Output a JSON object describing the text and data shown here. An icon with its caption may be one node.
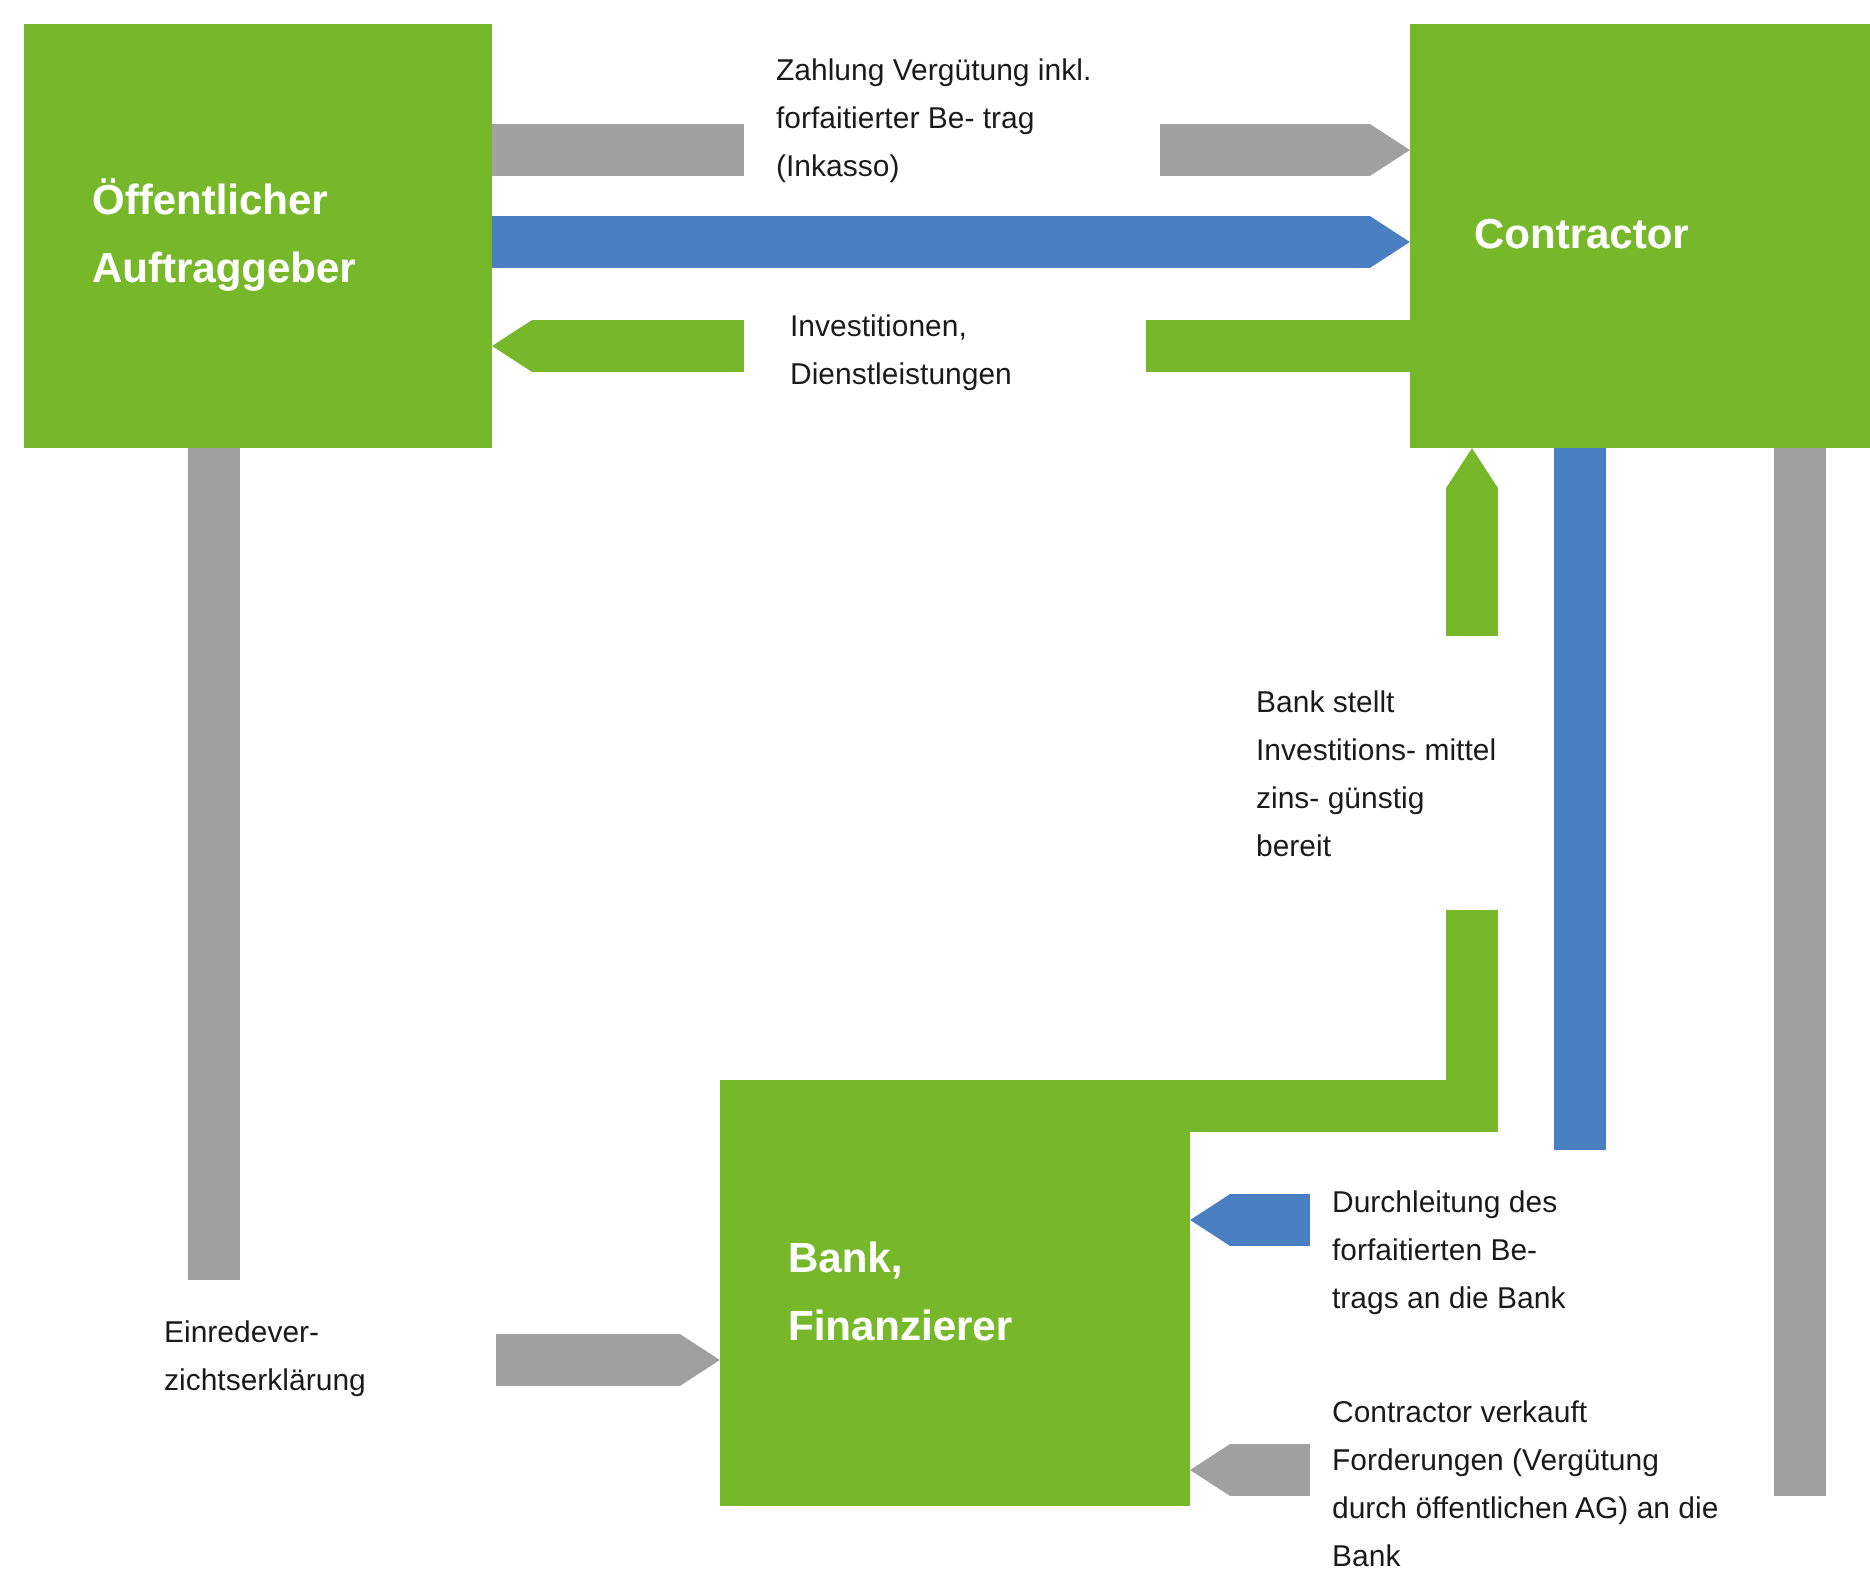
{
  "diagram": {
    "nodes": [
      {
        "text": [
          "Öffentlicher Auftraggeber"
        ]
      },
      {
        "text": [
          "Contractor"
        ]
      },
      {
        "text": [
          "Bank, Finanzierer"
        ]
      }
    ],
    "edges": [
      {
        "from": 0,
        "to": 1,
        "arrow": "to",
        "label": "Zahlung Vergütung inkl. forfaitierter Be- trag (Inkasso)",
        "color": "#a0a0a0"
      },
      {
        "from": 0,
        "to": 1,
        "arrow": "to",
        "color": "#4a7fc1"
      },
      {
        "from": 1,
        "to": 0,
        "arrow": "to",
        "label": "Investitionen, Dienstleistungen",
        "color": "#76b82a"
      },
      {
        "from": 0,
        "to": 2,
        "arrow": "to",
        "label": "Einredever- zichtserklärung",
        "color": "#a0a0a0"
      },
      {
        "from": 2,
        "to": 1,
        "arrow": "to",
        "label": "Bank stellt Investitions- mittel zins- günstig bereit",
        "color": "#76b82a"
      },
      {
        "from": 1,
        "to": 2,
        "arrow": "to",
        "label": "Durchleitung des forfaitierten Be- trags an die Bank",
        "color": "#4a7fc1"
      },
      {
        "from": 1,
        "to": 2,
        "arrow": "to",
        "label": "Contractor verkauft Forderungen (Vergütung durch öffentlichen AG) an die Bank",
        "color": "#a0a0a0"
      }
    ]
  }
}
